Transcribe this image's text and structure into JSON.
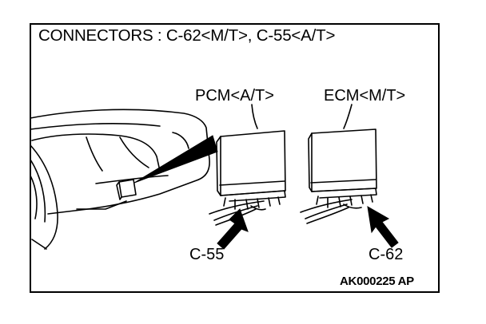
{
  "diagram": {
    "title": "CONNECTORS : C-62<M/T>, C-55<A/T>",
    "pcm_label": "PCM<A/T>",
    "ecm_label": "ECM<M/T>",
    "c55_label": "C-55",
    "c62_label": "C-62",
    "figure_code": "AK000225 AP"
  },
  "colors": {
    "line": "#000000",
    "background": "#ffffff"
  }
}
